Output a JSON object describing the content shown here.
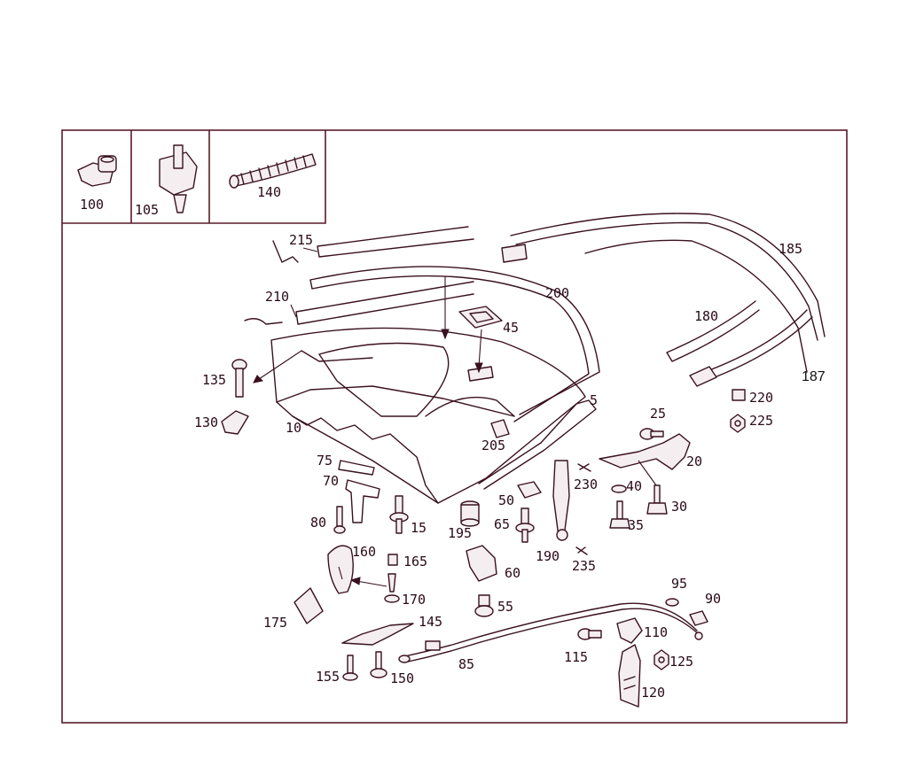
{
  "diagram": {
    "inset_labels": [
      "100",
      "105",
      "140"
    ],
    "part_labels": [
      "215",
      "210",
      "200",
      "185",
      "187",
      "180",
      "45",
      "5",
      "135",
      "130",
      "10",
      "220",
      "225",
      "25",
      "20",
      "205",
      "230",
      "40",
      "30",
      "35",
      "75",
      "70",
      "50",
      "80",
      "15",
      "195",
      "65",
      "190",
      "235",
      "160",
      "165",
      "60",
      "170",
      "55",
      "95",
      "90",
      "175",
      "145",
      "110",
      "115",
      "85",
      "125",
      "155",
      "150",
      "120"
    ]
  }
}
